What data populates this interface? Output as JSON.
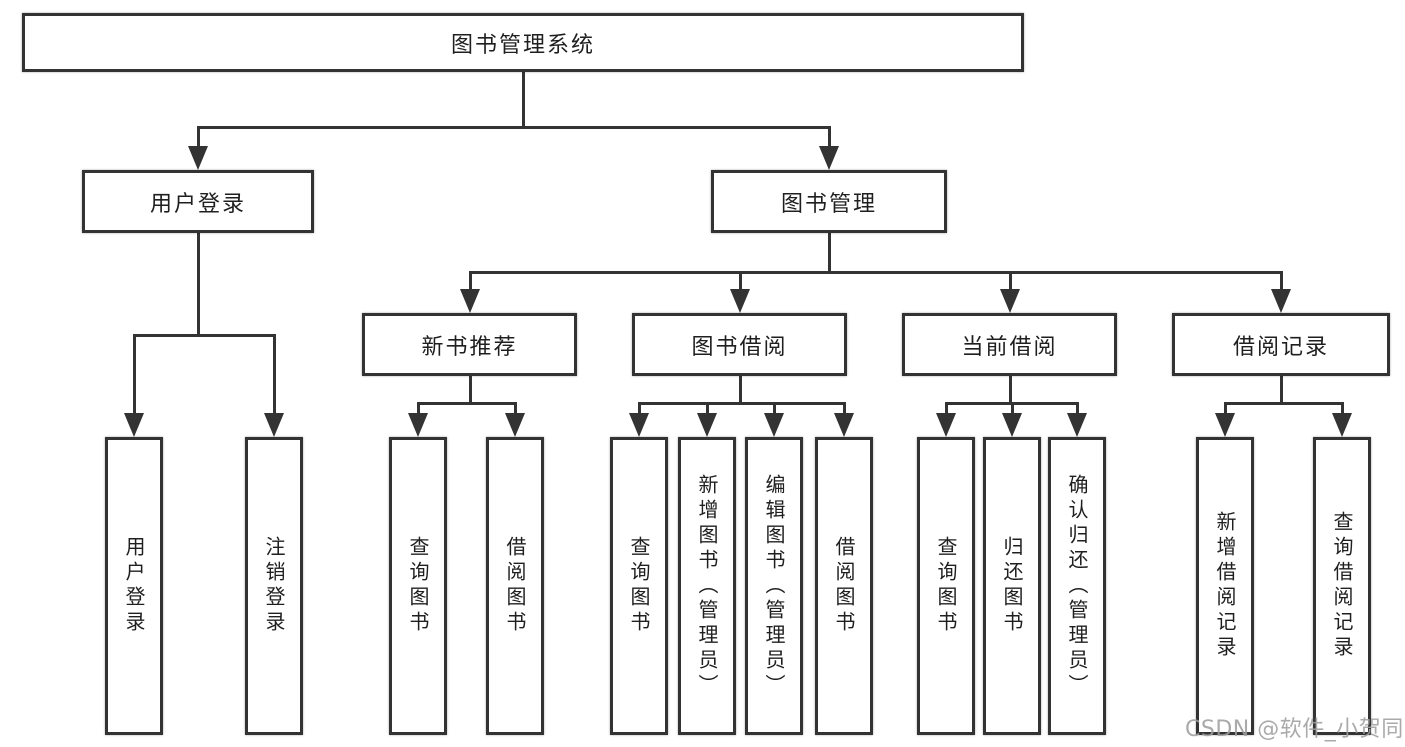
{
  "diagram": {
    "title": "图书管理系统",
    "branches": [
      {
        "label": "用户登录",
        "children": [
          {
            "label": "用户登录"
          },
          {
            "label": "注销登录"
          }
        ]
      },
      {
        "label": "图书管理",
        "children": [
          {
            "label": "新书推荐",
            "children": [
              {
                "label": "查询图书"
              },
              {
                "label": "借阅图书"
              }
            ]
          },
          {
            "label": "图书借阅",
            "children": [
              {
                "label": "查询图书"
              },
              {
                "label": "新增图书（管理员）"
              },
              {
                "label": "编辑图书（管理员）"
              },
              {
                "label": "借阅图书"
              }
            ]
          },
          {
            "label": "当前借阅",
            "children": [
              {
                "label": "查询图书"
              },
              {
                "label": "归还图书"
              },
              {
                "label": "确认归还（管理员）"
              }
            ]
          },
          {
            "label": "借阅记录",
            "children": [
              {
                "label": "新增借阅记录"
              },
              {
                "label": "查询借阅记录"
              }
            ]
          }
        ]
      }
    ]
  },
  "colors": {
    "line": "#333333",
    "text": "#1f1f1f",
    "background": "#ffffff",
    "watermark": "#9e9e9e"
  },
  "watermark": {
    "text": "CSDN @软件_小贺同学"
  }
}
